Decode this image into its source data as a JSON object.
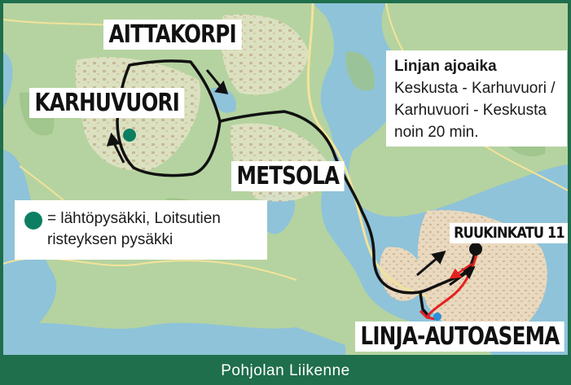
{
  "map": {
    "place_labels": {
      "aittakorpi": "AITTAKORPI",
      "karhuvuori": "KARHUVUORI",
      "metsola": "METSOLA",
      "ruukinkatu": "RUUKINKATU 11",
      "linja_autoasema": "LINJA-AUTOASEMA"
    },
    "info_box": {
      "title": "Linjan ajoaika",
      "line1": "Keskusta - Karhuvuori  /",
      "line2": "Karhuvuori - Keskusta",
      "line3": "noin 20 min."
    },
    "legend": {
      "symbol": "green-dot",
      "text_line1": "= lähtöpysäkki, Loitsutien",
      "text_line2": "risteyksen pysäkki"
    },
    "colors": {
      "route": "#111111",
      "return_route": "#e42220",
      "start_stop": "#0c7f62",
      "terminal_stop": "#2a8fd8",
      "water": "#8fc3d9",
      "land": "#b5d3a0",
      "footer": "#1f6e4c"
    }
  },
  "footer": {
    "text": "Pohjolan Liikenne"
  }
}
